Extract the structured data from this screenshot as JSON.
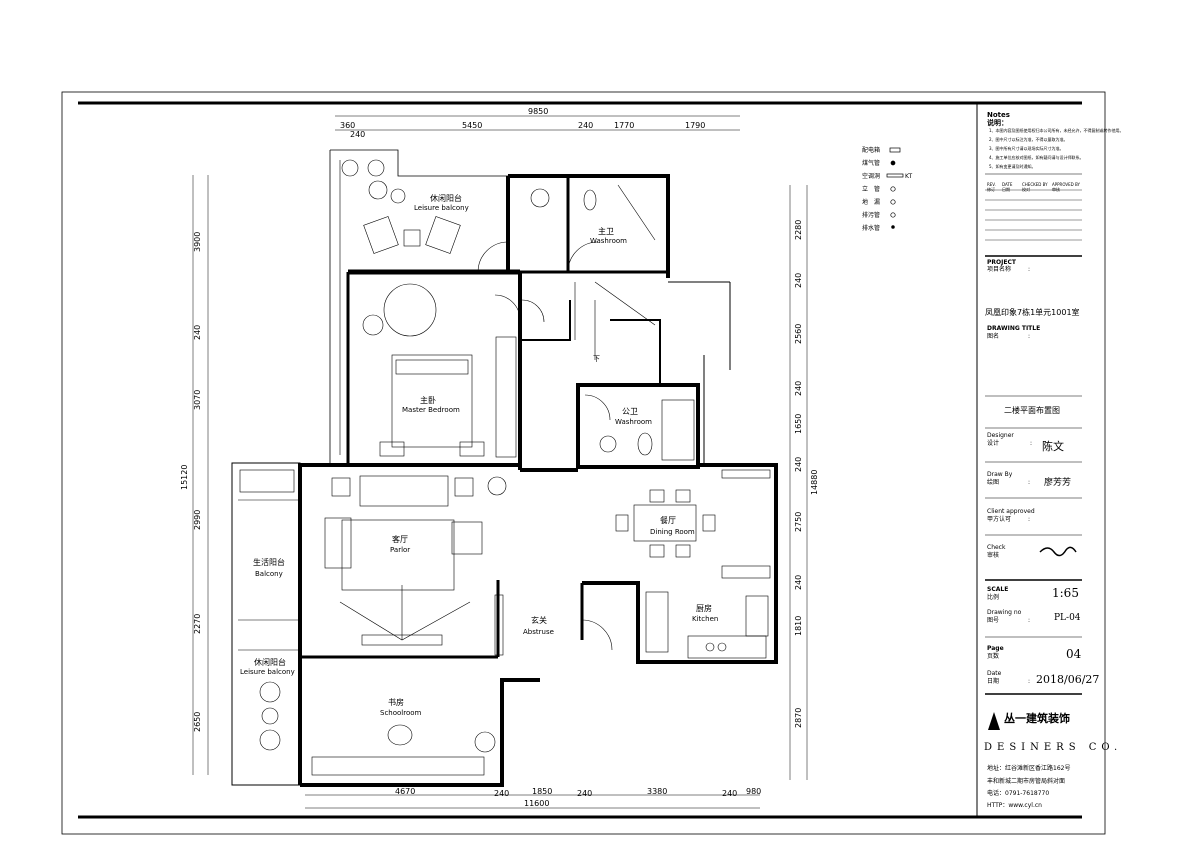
{
  "dimensions": {
    "top_total": "9850",
    "top_row": [
      "360",
      "5450",
      "240",
      "1770",
      "1790"
    ],
    "top_sub": "240",
    "left": [
      "3900",
      "240",
      "3070",
      "2990",
      "2270",
      "2650"
    ],
    "left_total": "15120",
    "right": [
      "2280",
      "240",
      "2560",
      "240",
      "1650",
      "240",
      "2750",
      "240",
      "1810",
      "2870"
    ],
    "right_total": "14880",
    "bottom_row": [
      "4670",
      "240",
      "1850",
      "240",
      "3380",
      "240",
      "980"
    ],
    "bottom_total": "11600"
  },
  "rooms": {
    "leisure_balcony_top": {
      "cn": "休闲阳台",
      "en": "Leisure balcony"
    },
    "washroom_main": {
      "cn": "主卫",
      "en": "Washroom"
    },
    "master_bedroom": {
      "cn": "主卧",
      "en": "Master Bedroom"
    },
    "washroom_public": {
      "cn": "公卫",
      "en": "Washroom"
    },
    "dining_room": {
      "cn": "餐厅",
      "en": "Dining Room"
    },
    "parlor": {
      "cn": "客厅",
      "en": "Parlor"
    },
    "balcony": {
      "cn": "生活阳台",
      "en": "Balcony"
    },
    "abstruse": {
      "cn": "玄关",
      "en": "Abstruse"
    },
    "kitchen": {
      "cn": "厨房",
      "en": "Kitchen"
    },
    "leisure_balcony_bottom": {
      "cn": "休闲阳台",
      "en": "Leisure balcony"
    },
    "schoolroom": {
      "cn": "书房",
      "en": "Schoolroom"
    },
    "stair_down": "下"
  },
  "legend": [
    {
      "label": "配电箱",
      "icon": "distribution-box-icon"
    },
    {
      "label": "煤气管",
      "icon": "filled-dot-icon"
    },
    {
      "label": "空调洞",
      "icon": "ac-hole-icon",
      "suffix": "KT"
    },
    {
      "label": "立　管",
      "icon": "hollow-dot-icon"
    },
    {
      "label": "地　漏",
      "icon": "floor-drain-icon"
    },
    {
      "label": "排污管",
      "icon": "half-dot-icon"
    },
    {
      "label": "排水管",
      "icon": "small-dot-icon"
    }
  ],
  "title_block": {
    "notes_en": "Notes",
    "notes_cn": "说明：",
    "notes": [
      "1、本图内容及图纸使用权归本公司所有，未经允许，不得复制或转作他用。",
      "2、图中尺寸以标注为准，不得以量取为准。",
      "3、图中所有尺寸请以现场实际尺寸为准。",
      "4、施工单位应核对图纸，如有疑问请与设计师联系。",
      "5、如有变更请及时通知。"
    ],
    "rev_header": [
      "REV.",
      "DATE",
      "CHECKED BY",
      "APPROVED BY"
    ],
    "rev_header_cn": [
      "修订",
      "日期",
      "校对",
      "审核"
    ],
    "project_en": "PROJECT",
    "project_cn": "项目名称",
    "project_value": "凤凰印象7栋1单元1001室",
    "drawing_title_en": "DRAWING TITLE",
    "drawing_title_cn": "图名",
    "drawing_title_value": "二楼平面布置图",
    "designer_en": "Designer",
    "designer_cn": "设计",
    "designer_value": "陈文",
    "drawby_en": "Draw By",
    "drawby_cn": "绘图",
    "drawby_value": "廖芳芳",
    "client_en": "Client approved",
    "client_cn": "甲方认可",
    "check_en": "Check",
    "check_cn": "审核",
    "scale_en": "SCALE",
    "scale_cn": "比例",
    "scale_value": "1:65",
    "drawingno_en": "Drawing  no",
    "drawingno_cn": "图号",
    "drawingno_value": "PL-04",
    "page_en": "Page",
    "page_cn": "页数",
    "page_value": "04",
    "date_en": "Date",
    "date_cn": "日期",
    "date_value": "2018/06/27",
    "company_logo_text": "丛一建筑装饰",
    "company_name": "DESINERS CO.",
    "address": "地址：红谷滩新区香江路162号",
    "address2": "丰和新城二期市房管局斜对面",
    "phone": "电话：0791-7618770",
    "web": "HTTP：www.cyl.cn",
    "colon": ":"
  }
}
